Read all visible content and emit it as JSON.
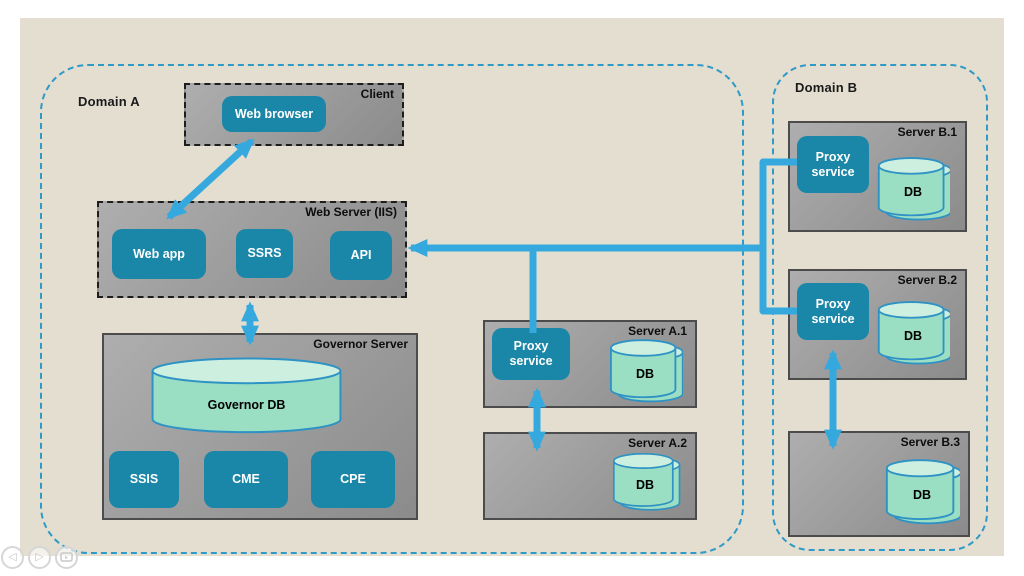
{
  "colors": {
    "slide_background": "#e4ded1",
    "node_teal": "#1b87a8",
    "arrow_blue": "#35a9de",
    "domain_border_blue": "#2e9ac6",
    "cylinder_body": "#9adec4",
    "cylinder_top": "#ccefe0",
    "cylinder_stroke": "#2e93c4",
    "server_box_gray": "#9a9a9a"
  },
  "domain_a": {
    "label": "Domain A",
    "client": {
      "label": "Client",
      "web_browser_label": "Web browser"
    },
    "web_server": {
      "label": "Web Server (IIS)",
      "web_app_label": "Web app",
      "ssrs_label": "SSRS",
      "api_label": "API"
    },
    "governor": {
      "label": "Governor Server",
      "db_label": "Governor DB",
      "ssis_label": "SSIS",
      "cme_label": "CME",
      "cpe_label": "CPE"
    },
    "server_a1": {
      "label": "Server A.1",
      "proxy_label": "Proxy service",
      "db_label": "DB"
    },
    "server_a2": {
      "label": "Server A.2",
      "db_label": "DB"
    }
  },
  "domain_b": {
    "label": "Domain B",
    "server_b1": {
      "label": "Server B.1",
      "proxy_label": "Proxy service",
      "db_label": "DB"
    },
    "server_b2": {
      "label": "Server B.2",
      "proxy_label": "Proxy service",
      "db_label": "DB"
    },
    "server_b3": {
      "label": "Server B.3",
      "db_label": "DB"
    }
  },
  "nav": {
    "prev_icon": "◁",
    "next_icon": "▷"
  }
}
